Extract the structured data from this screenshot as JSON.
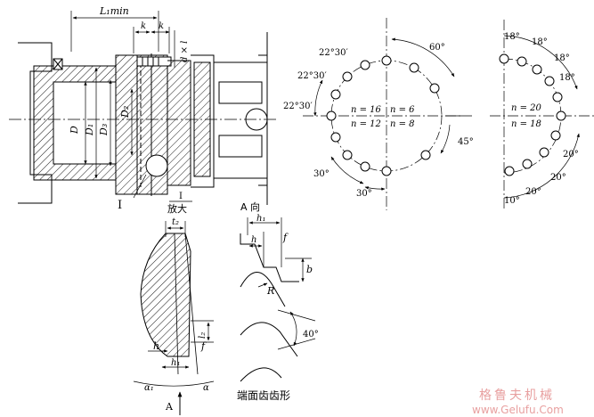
{
  "dims": {
    "L1min": "L₁min",
    "k": "k",
    "dx1": "d × l",
    "D": "D",
    "D1": "D₁",
    "D3": "D₃",
    "D2": "D₂",
    "detail_mark": "I"
  },
  "captions": {
    "enlarge_num": "I",
    "enlarge_text": "放大",
    "view_a": "A 向",
    "end_face": "端面齿齿形",
    "arrow_a": "A"
  },
  "circle_left": {
    "angles": [
      "22°30′",
      "22°30′",
      "22°30′",
      "60°",
      "45°",
      "30°",
      "30°"
    ],
    "n_labels": [
      "n = 16",
      "n = 6",
      "n = 12",
      "n = 8"
    ]
  },
  "circle_right": {
    "angles": [
      "18°",
      "18°",
      "18°",
      "18°",
      "20°",
      "20°",
      "20°",
      "10°"
    ],
    "n_labels": [
      "n = 20",
      "n = 18"
    ]
  },
  "tooth_detail": {
    "t2": "t₂",
    "l2": "l₂",
    "f": "f",
    "h": "h",
    "h1": "h₁",
    "alpha1": "α₁",
    "alpha": "α"
  },
  "profile": {
    "h1": "h₁",
    "h": "h",
    "f": "f",
    "b": "b",
    "R": "R",
    "angle": "40°"
  },
  "watermark": {
    "cn": "格鲁夫机械",
    "url": "www.Gelufu.Com"
  }
}
